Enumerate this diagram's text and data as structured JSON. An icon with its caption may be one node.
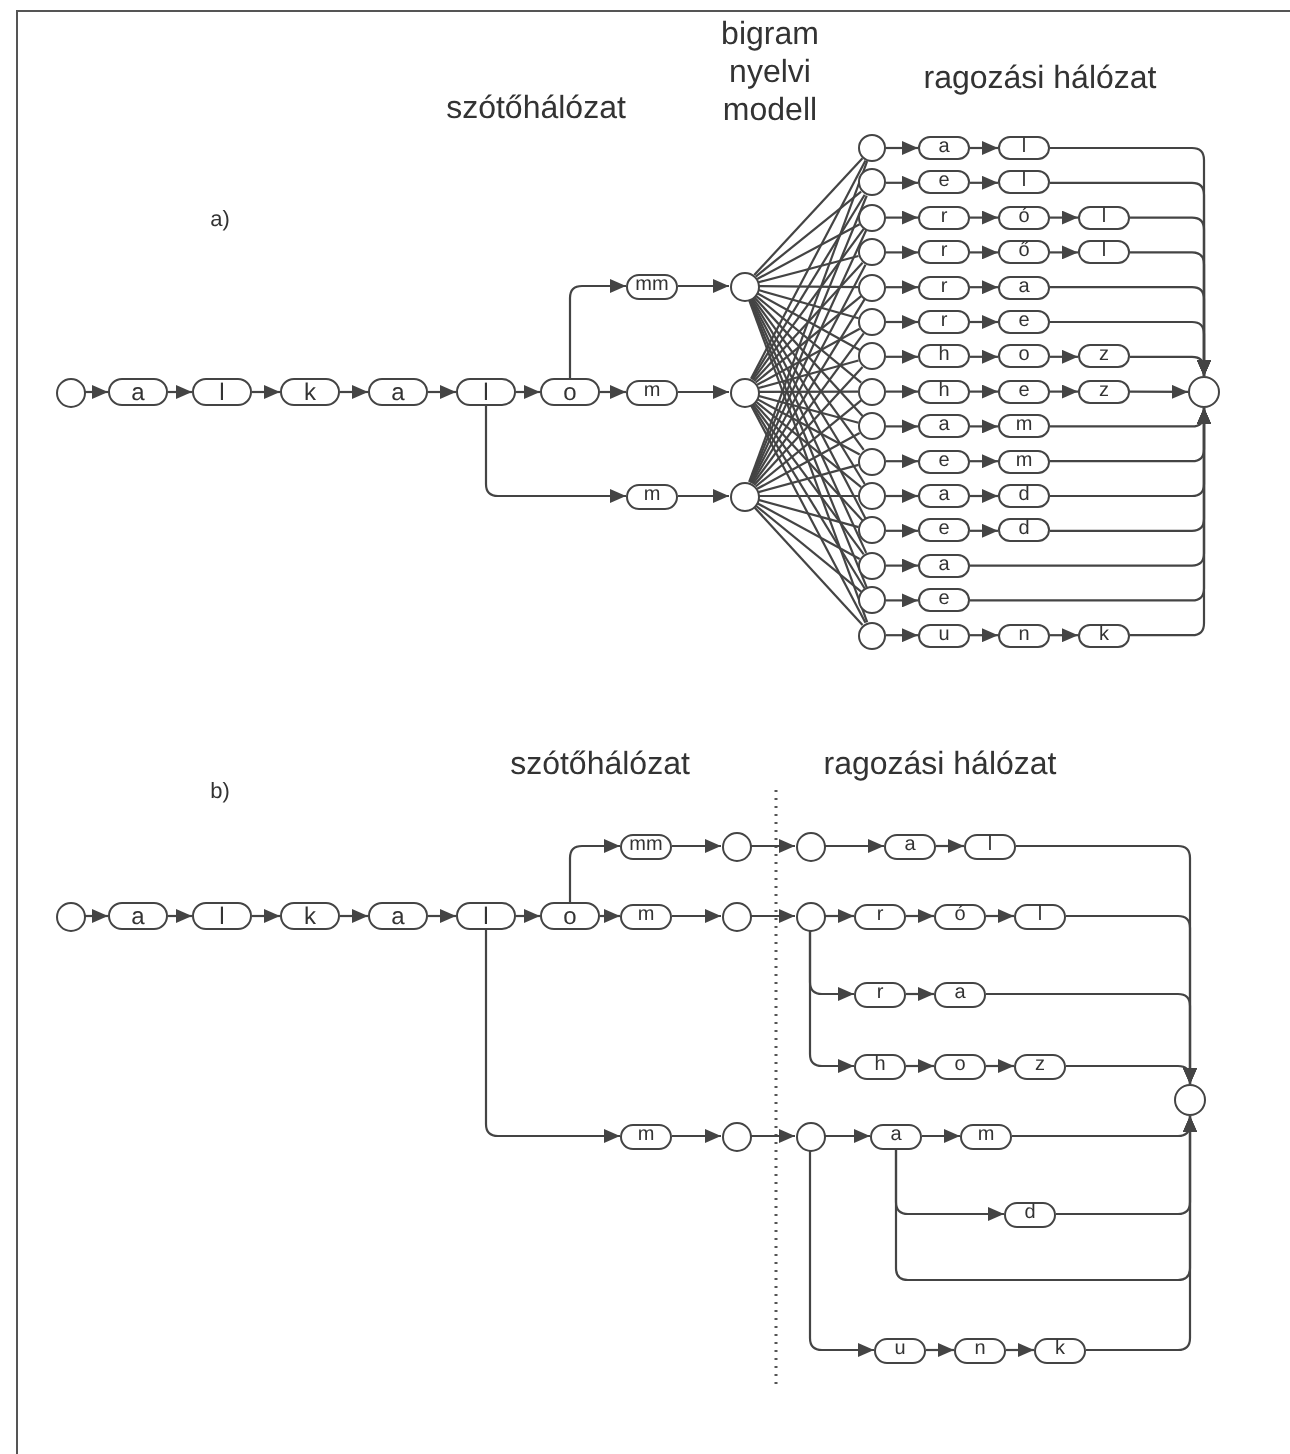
{
  "diagram": {
    "nodes": [
      {
        "text": [],
        "shape": "circle"
      },
      {
        "text": [
          "a"
        ]
      },
      {
        "text": [
          "l"
        ]
      },
      {
        "text": [
          "k"
        ]
      },
      {
        "text": [
          "a"
        ]
      },
      {
        "text": [
          "l"
        ]
      },
      {
        "text": [
          "o"
        ]
      },
      {
        "text": [
          "mm"
        ]
      },
      {
        "text": [
          "m"
        ]
      },
      {
        "text": [
          "m"
        ]
      },
      {
        "text": [],
        "shape": "circle"
      },
      {
        "text": [],
        "shape": "circle"
      },
      {
        "text": [],
        "shape": "circle"
      },
      {
        "text": [],
        "shape": "circle"
      },
      {
        "text": [
          "a"
        ]
      },
      {
        "text": [
          "l"
        ]
      },
      {
        "text": [],
        "shape": "circle"
      },
      {
        "text": [
          "e"
        ]
      },
      {
        "text": [
          "l"
        ]
      },
      {
        "text": [],
        "shape": "circle"
      },
      {
        "text": [
          "r"
        ]
      },
      {
        "text": [
          "ó"
        ]
      },
      {
        "text": [
          "l"
        ]
      },
      {
        "text": [],
        "shape": "circle"
      },
      {
        "text": [
          "r"
        ]
      },
      {
        "text": [
          "ő"
        ]
      },
      {
        "text": [
          "l"
        ]
      },
      {
        "text": [],
        "shape": "circle"
      },
      {
        "text": [
          "r"
        ]
      },
      {
        "text": [
          "a"
        ]
      },
      {
        "text": [],
        "shape": "circle"
      },
      {
        "text": [
          "r"
        ]
      },
      {
        "text": [
          "e"
        ]
      },
      {
        "text": [],
        "shape": "circle"
      },
      {
        "text": [
          "h"
        ]
      },
      {
        "text": [
          "o"
        ]
      },
      {
        "text": [
          "z"
        ]
      },
      {
        "text": [],
        "shape": "circle"
      },
      {
        "text": [
          "h"
        ]
      },
      {
        "text": [
          "e"
        ]
      },
      {
        "text": [
          "z"
        ]
      },
      {
        "text": [],
        "shape": "circle"
      },
      {
        "text": [
          "a"
        ]
      },
      {
        "text": [
          "m"
        ]
      },
      {
        "text": [],
        "shape": "circle"
      },
      {
        "text": [
          "e"
        ]
      },
      {
        "text": [
          "m"
        ]
      },
      {
        "text": [],
        "shape": "circle"
      },
      {
        "text": [
          "a"
        ]
      },
      {
        "text": [
          "d"
        ]
      },
      {
        "text": [],
        "shape": "circle"
      },
      {
        "text": [
          "e"
        ]
      },
      {
        "text": [
          "d"
        ]
      },
      {
        "text": [],
        "shape": "circle"
      },
      {
        "text": [
          "a"
        ]
      },
      {
        "text": [],
        "shape": "circle"
      },
      {
        "text": [
          "e"
        ]
      },
      {
        "text": [],
        "shape": "circle"
      },
      {
        "text": [
          "u"
        ]
      },
      {
        "text": [
          "n"
        ]
      },
      {
        "text": [
          "k"
        ]
      },
      {
        "text": [],
        "shape": "circle"
      },
      {
        "text": [],
        "shape": "circle"
      },
      {
        "text": [
          "a"
        ]
      },
      {
        "text": [
          "l"
        ]
      },
      {
        "text": [
          "k"
        ]
      },
      {
        "text": [
          "a"
        ]
      },
      {
        "text": [
          "l"
        ]
      },
      {
        "text": [
          "o"
        ]
      },
      {
        "text": [
          "mm"
        ]
      },
      {
        "text": [
          "m"
        ]
      },
      {
        "text": [
          "m"
        ]
      },
      {
        "text": [],
        "shape": "circle"
      },
      {
        "text": [],
        "shape": "circle"
      },
      {
        "text": [],
        "shape": "circle"
      },
      {
        "text": [],
        "shape": "circle"
      },
      {
        "text": [],
        "shape": "circle"
      },
      {
        "text": [],
        "shape": "circle"
      },
      {
        "text": [
          "a"
        ]
      },
      {
        "text": [
          "l"
        ]
      },
      {
        "text": [
          "r"
        ]
      },
      {
        "text": [
          "ó"
        ]
      },
      {
        "text": [
          "l"
        ]
      },
      {
        "text": [
          "r"
        ]
      },
      {
        "text": [
          "a"
        ]
      },
      {
        "text": [
          "h"
        ]
      },
      {
        "text": [
          "o"
        ]
      },
      {
        "text": [
          "z"
        ]
      },
      {
        "text": [
          "a"
        ]
      },
      {
        "text": [
          "m"
        ]
      },
      {
        "text": [
          "d"
        ]
      },
      {
        "text": [
          "u"
        ]
      },
      {
        "text": [
          "n"
        ]
      },
      {
        "text": [
          "k"
        ]
      },
      {
        "text": [],
        "shape": "circle"
      }
    ],
    "edges": [
      {
        "from": 0,
        "to": 1,
        "arrow": "to"
      },
      {
        "from": 1,
        "to": 2,
        "arrow": "to"
      },
      {
        "from": 2,
        "to": 3,
        "arrow": "to"
      },
      {
        "from": 3,
        "to": 4,
        "arrow": "to"
      },
      {
        "from": 4,
        "to": 5,
        "arrow": "to"
      },
      {
        "from": 5,
        "to": 6,
        "arrow": "to"
      },
      {
        "from": 6,
        "to": 7,
        "arrow": "to"
      },
      {
        "from": 6,
        "to": 8,
        "arrow": "to"
      },
      {
        "from": 5,
        "to": 9,
        "arrow": "to"
      },
      {
        "from": 7,
        "to": 10,
        "arrow": "to"
      },
      {
        "from": 8,
        "to": 11,
        "arrow": "to"
      },
      {
        "from": 9,
        "to": 12,
        "arrow": "to"
      },
      {
        "from": 10,
        "to": 13,
        "arrow": "none"
      },
      {
        "from": 10,
        "to": 16,
        "arrow": "none"
      },
      {
        "from": 10,
        "to": 19,
        "arrow": "none"
      },
      {
        "from": 10,
        "to": 23,
        "arrow": "none"
      },
      {
        "from": 10,
        "to": 27,
        "arrow": "none"
      },
      {
        "from": 10,
        "to": 30,
        "arrow": "none"
      },
      {
        "from": 10,
        "to": 33,
        "arrow": "none"
      },
      {
        "from": 10,
        "to": 37,
        "arrow": "none"
      },
      {
        "from": 10,
        "to": 41,
        "arrow": "none"
      },
      {
        "from": 10,
        "to": 44,
        "arrow": "none"
      },
      {
        "from": 10,
        "to": 47,
        "arrow": "none"
      },
      {
        "from": 10,
        "to": 50,
        "arrow": "none"
      },
      {
        "from": 10,
        "to": 53,
        "arrow": "none"
      },
      {
        "from": 10,
        "to": 55,
        "arrow": "none"
      },
      {
        "from": 10,
        "to": 57,
        "arrow": "none"
      },
      {
        "from": 11,
        "to": 13,
        "arrow": "none"
      },
      {
        "from": 11,
        "to": 16,
        "arrow": "none"
      },
      {
        "from": 11,
        "to": 19,
        "arrow": "none"
      },
      {
        "from": 11,
        "to": 23,
        "arrow": "none"
      },
      {
        "from": 11,
        "to": 27,
        "arrow": "none"
      },
      {
        "from": 11,
        "to": 30,
        "arrow": "none"
      },
      {
        "from": 11,
        "to": 33,
        "arrow": "none"
      },
      {
        "from": 11,
        "to": 37,
        "arrow": "none"
      },
      {
        "from": 11,
        "to": 41,
        "arrow": "none"
      },
      {
        "from": 11,
        "to": 44,
        "arrow": "none"
      },
      {
        "from": 11,
        "to": 47,
        "arrow": "none"
      },
      {
        "from": 11,
        "to": 50,
        "arrow": "none"
      },
      {
        "from": 11,
        "to": 53,
        "arrow": "none"
      },
      {
        "from": 11,
        "to": 55,
        "arrow": "none"
      },
      {
        "from": 11,
        "to": 57,
        "arrow": "none"
      },
      {
        "from": 12,
        "to": 13,
        "arrow": "none"
      },
      {
        "from": 12,
        "to": 16,
        "arrow": "none"
      },
      {
        "from": 12,
        "to": 19,
        "arrow": "none"
      },
      {
        "from": 12,
        "to": 23,
        "arrow": "none"
      },
      {
        "from": 12,
        "to": 27,
        "arrow": "none"
      },
      {
        "from": 12,
        "to": 30,
        "arrow": "none"
      },
      {
        "from": 12,
        "to": 33,
        "arrow": "none"
      },
      {
        "from": 12,
        "to": 37,
        "arrow": "none"
      },
      {
        "from": 12,
        "to": 41,
        "arrow": "none"
      },
      {
        "from": 12,
        "to": 44,
        "arrow": "none"
      },
      {
        "from": 12,
        "to": 47,
        "arrow": "none"
      },
      {
        "from": 12,
        "to": 50,
        "arrow": "none"
      },
      {
        "from": 12,
        "to": 53,
        "arrow": "none"
      },
      {
        "from": 12,
        "to": 55,
        "arrow": "none"
      },
      {
        "from": 12,
        "to": 57,
        "arrow": "none"
      },
      {
        "from": 13,
        "to": 14,
        "arrow": "to"
      },
      {
        "from": 14,
        "to": 15,
        "arrow": "to"
      },
      {
        "from": 15,
        "to": 61,
        "arrow": "to"
      },
      {
        "from": 16,
        "to": 17,
        "arrow": "to"
      },
      {
        "from": 17,
        "to": 18,
        "arrow": "to"
      },
      {
        "from": 18,
        "to": 61,
        "arrow": "to"
      },
      {
        "from": 19,
        "to": 20,
        "arrow": "to"
      },
      {
        "from": 20,
        "to": 21,
        "arrow": "to"
      },
      {
        "from": 21,
        "to": 22,
        "arrow": "to"
      },
      {
        "from": 22,
        "to": 61,
        "arrow": "to"
      },
      {
        "from": 23,
        "to": 24,
        "arrow": "to"
      },
      {
        "from": 24,
        "to": 25,
        "arrow": "to"
      },
      {
        "from": 25,
        "to": 26,
        "arrow": "to"
      },
      {
        "from": 26,
        "to": 61,
        "arrow": "to"
      },
      {
        "from": 27,
        "to": 28,
        "arrow": "to"
      },
      {
        "from": 28,
        "to": 29,
        "arrow": "to"
      },
      {
        "from": 29,
        "to": 61,
        "arrow": "to"
      },
      {
        "from": 30,
        "to": 31,
        "arrow": "to"
      },
      {
        "from": 31,
        "to": 32,
        "arrow": "to"
      },
      {
        "from": 32,
        "to": 61,
        "arrow": "to"
      },
      {
        "from": 33,
        "to": 34,
        "arrow": "to"
      },
      {
        "from": 34,
        "to": 35,
        "arrow": "to"
      },
      {
        "from": 35,
        "to": 36,
        "arrow": "to"
      },
      {
        "from": 36,
        "to": 61,
        "arrow": "to"
      },
      {
        "from": 37,
        "to": 38,
        "arrow": "to"
      },
      {
        "from": 38,
        "to": 39,
        "arrow": "to"
      },
      {
        "from": 39,
        "to": 40,
        "arrow": "to"
      },
      {
        "from": 40,
        "to": 61,
        "arrow": "to"
      },
      {
        "from": 41,
        "to": 42,
        "arrow": "to"
      },
      {
        "from": 42,
        "to": 43,
        "arrow": "to"
      },
      {
        "from": 43,
        "to": 61,
        "arrow": "to"
      },
      {
        "from": 44,
        "to": 45,
        "arrow": "to"
      },
      {
        "from": 45,
        "to": 46,
        "arrow": "to"
      },
      {
        "from": 46,
        "to": 61,
        "arrow": "to"
      },
      {
        "from": 47,
        "to": 48,
        "arrow": "to"
      },
      {
        "from": 48,
        "to": 49,
        "arrow": "to"
      },
      {
        "from": 49,
        "to": 61,
        "arrow": "to"
      },
      {
        "from": 50,
        "to": 51,
        "arrow": "to"
      },
      {
        "from": 51,
        "to": 52,
        "arrow": "to"
      },
      {
        "from": 52,
        "to": 61,
        "arrow": "to"
      },
      {
        "from": 53,
        "to": 54,
        "arrow": "to"
      },
      {
        "from": 54,
        "to": 61,
        "arrow": "to"
      },
      {
        "from": 55,
        "to": 56,
        "arrow": "to"
      },
      {
        "from": 56,
        "to": 61,
        "arrow": "to"
      },
      {
        "from": 57,
        "to": 58,
        "arrow": "to"
      },
      {
        "from": 58,
        "to": 59,
        "arrow": "to"
      },
      {
        "from": 59,
        "to": 60,
        "arrow": "to"
      },
      {
        "from": 60,
        "to": 61,
        "arrow": "to"
      },
      {
        "from": 62,
        "to": 63,
        "arrow": "to"
      },
      {
        "from": 63,
        "to": 64,
        "arrow": "to"
      },
      {
        "from": 64,
        "to": 65,
        "arrow": "to"
      },
      {
        "from": 65,
        "to": 66,
        "arrow": "to"
      },
      {
        "from": 66,
        "to": 67,
        "arrow": "to"
      },
      {
        "from": 67,
        "to": 68,
        "arrow": "to"
      },
      {
        "from": 68,
        "to": 69,
        "arrow": "to"
      },
      {
        "from": 68,
        "to": 70,
        "arrow": "to"
      },
      {
        "from": 67,
        "to": 71,
        "arrow": "to"
      },
      {
        "from": 69,
        "to": 72,
        "arrow": "to"
      },
      {
        "from": 70,
        "to": 73,
        "arrow": "to"
      },
      {
        "from": 71,
        "to": 74,
        "arrow": "to"
      },
      {
        "from": 72,
        "to": 75,
        "arrow": "to"
      },
      {
        "from": 73,
        "to": 76,
        "arrow": "to"
      },
      {
        "from": 74,
        "to": 77,
        "arrow": "to"
      },
      {
        "from": 75,
        "to": 78,
        "arrow": "to"
      },
      {
        "from": 78,
        "to": 79,
        "arrow": "to"
      },
      {
        "from": 79,
        "to": 94,
        "arrow": "to"
      },
      {
        "from": 76,
        "to": 80,
        "arrow": "to"
      },
      {
        "from": 80,
        "to": 81,
        "arrow": "to"
      },
      {
        "from": 81,
        "to": 82,
        "arrow": "to"
      },
      {
        "from": 82,
        "to": 94,
        "arrow": "to"
      },
      {
        "from": 76,
        "to": 83,
        "arrow": "to"
      },
      {
        "from": 83,
        "to": 84,
        "arrow": "to"
      },
      {
        "from": 84,
        "to": 94,
        "arrow": "to"
      },
      {
        "from": 76,
        "to": 85,
        "arrow": "to"
      },
      {
        "from": 85,
        "to": 86,
        "arrow": "to"
      },
      {
        "from": 86,
        "to": 87,
        "arrow": "to"
      },
      {
        "from": 87,
        "to": 94,
        "arrow": "to"
      },
      {
        "from": 77,
        "to": 88,
        "arrow": "to"
      },
      {
        "from": 88,
        "to": 89,
        "arrow": "to"
      },
      {
        "from": 89,
        "to": 94,
        "arrow": "to"
      },
      {
        "from": 88,
        "to": 90,
        "arrow": "to"
      },
      {
        "from": 90,
        "to": 94,
        "arrow": "to"
      },
      {
        "from": 88,
        "to": 94,
        "arrow": "to"
      },
      {
        "from": 77,
        "to": 91,
        "arrow": "to"
      },
      {
        "from": 91,
        "to": 92,
        "arrow": "to"
      },
      {
        "from": 92,
        "to": 93,
        "arrow": "to"
      },
      {
        "from": 93,
        "to": 94,
        "arrow": "to"
      }
    ],
    "labels": [
      "szótőhálózat",
      "bigram nyelvi modell",
      "ragozási hálózat",
      "a)",
      "b)",
      "szótőhálózat",
      "ragozási hálózat"
    ]
  }
}
